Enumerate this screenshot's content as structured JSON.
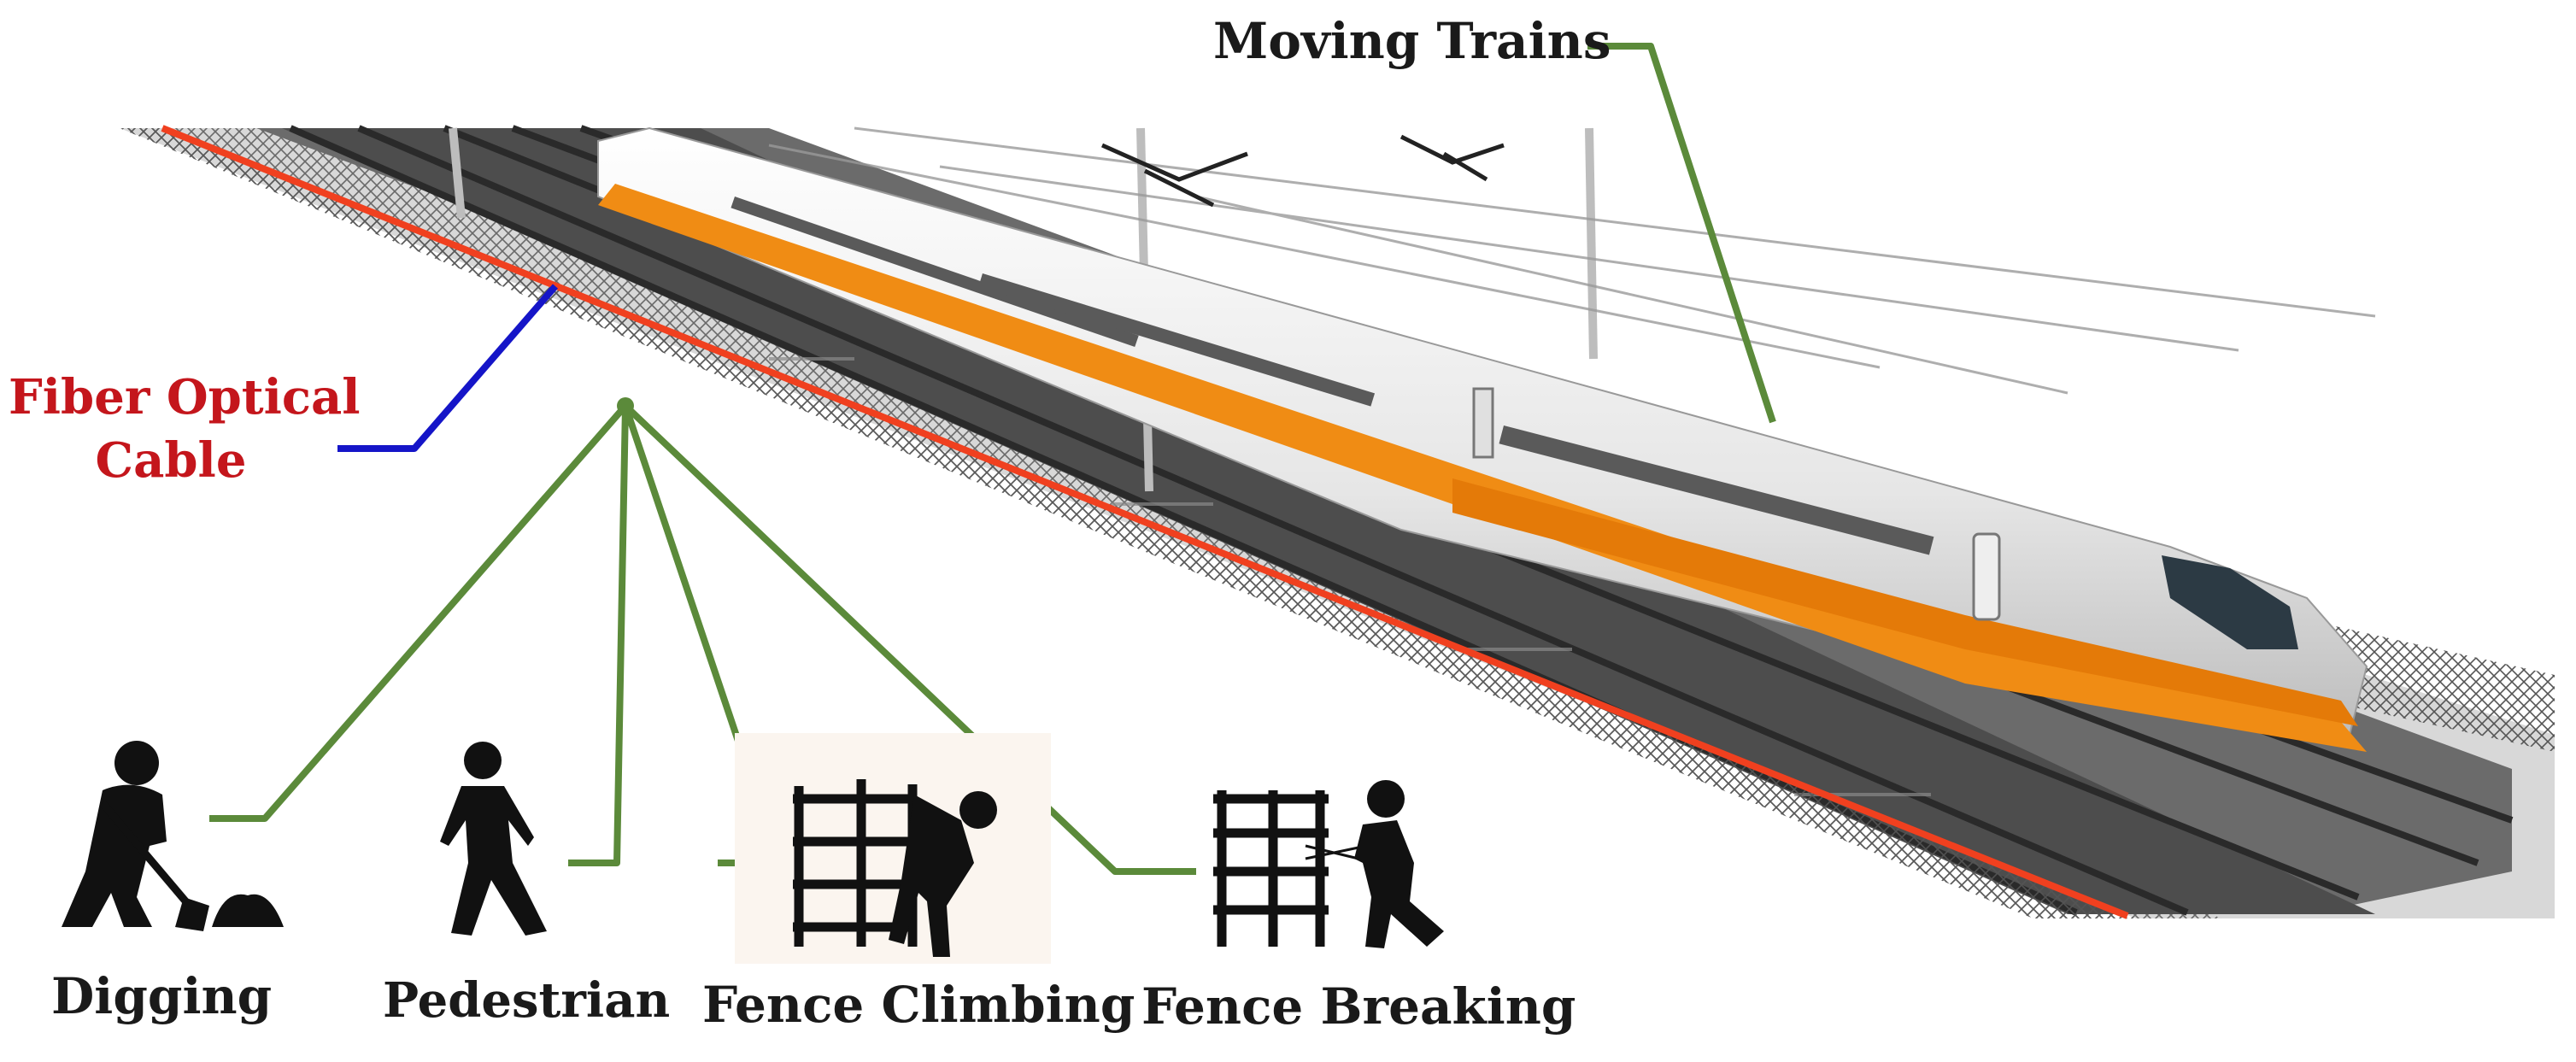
{
  "labels": {
    "moving_trains": "Moving Trains",
    "fiber_line1": "Fiber Optical",
    "fiber_line2": "Cable",
    "digging": "Digging",
    "pedestrian": "Pedestrian",
    "fence_climbing": "Fence Climbing",
    "fence_breaking": "Fence Breaking"
  },
  "colors": {
    "callout_green": "#5b8a3a",
    "callout_blue": "#1515c8",
    "fiber_red": "#f0401f",
    "cable_label_red": "#c4161c",
    "train_orange": "#f08c14",
    "icon_black": "#111111"
  },
  "icons": [
    "digging-person-icon",
    "pedestrian-icon",
    "fence-climbing-icon",
    "fence-breaking-icon"
  ]
}
